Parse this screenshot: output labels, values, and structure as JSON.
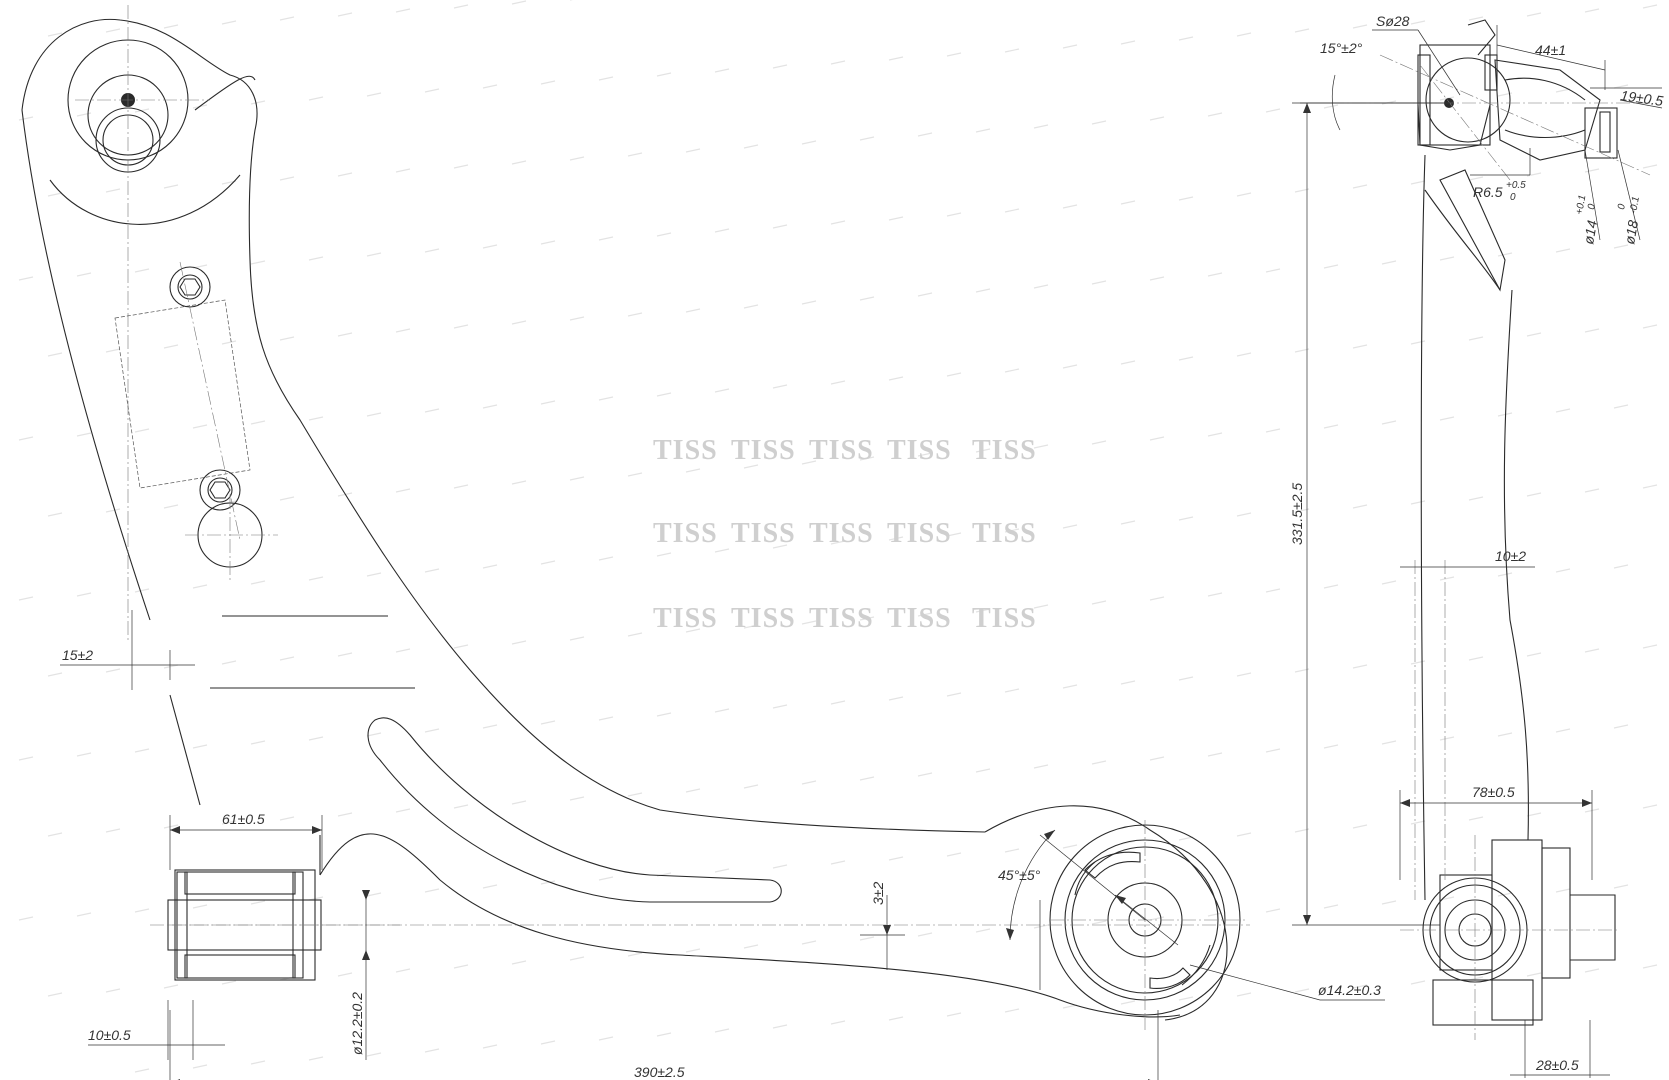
{
  "watermark": {
    "text": "TISS",
    "rows": [
      [
        "TISS",
        "TISS",
        "TISS",
        "TISS",
        "TISS"
      ],
      [
        "TISS",
        "TISS",
        "TISS",
        "TISS",
        "TISS"
      ],
      [
        "TISS",
        "TISS",
        "TISS",
        "TISS",
        "TISS"
      ]
    ]
  },
  "dimensions": {
    "d_15_2": "15±2",
    "d_61": "61±0.5",
    "d_10_05": "10±0.5",
    "d_122": "ø12.2±0.2",
    "d_390": "390±2.5",
    "d_3_2": "3±2",
    "d_45": "45°±5°",
    "d_142": "ø14.2±0.3",
    "d_sphere": "Sø28",
    "d_angle15": "15°±2°",
    "d_44": "44±1",
    "d_19": "19±0.5",
    "d_r65": "R6.5",
    "d_r65_tol_up": "+0.5",
    "d_r65_tol_low": "0",
    "d_14": "ø14",
    "d_14_tol_up": "+0.1",
    "d_14_tol_low": "0",
    "d_18": "ø18",
    "d_18_tol_up": "0",
    "d_18_tol_low": "-0.1",
    "d_3315": "331.5±2.5",
    "d_10_2": "10±2",
    "d_78": "78±0.5",
    "d_28": "28±0.5"
  },
  "colors": {
    "line": "#2a2a2a",
    "watermark": "#cfcfcf",
    "background": "#ffffff"
  }
}
